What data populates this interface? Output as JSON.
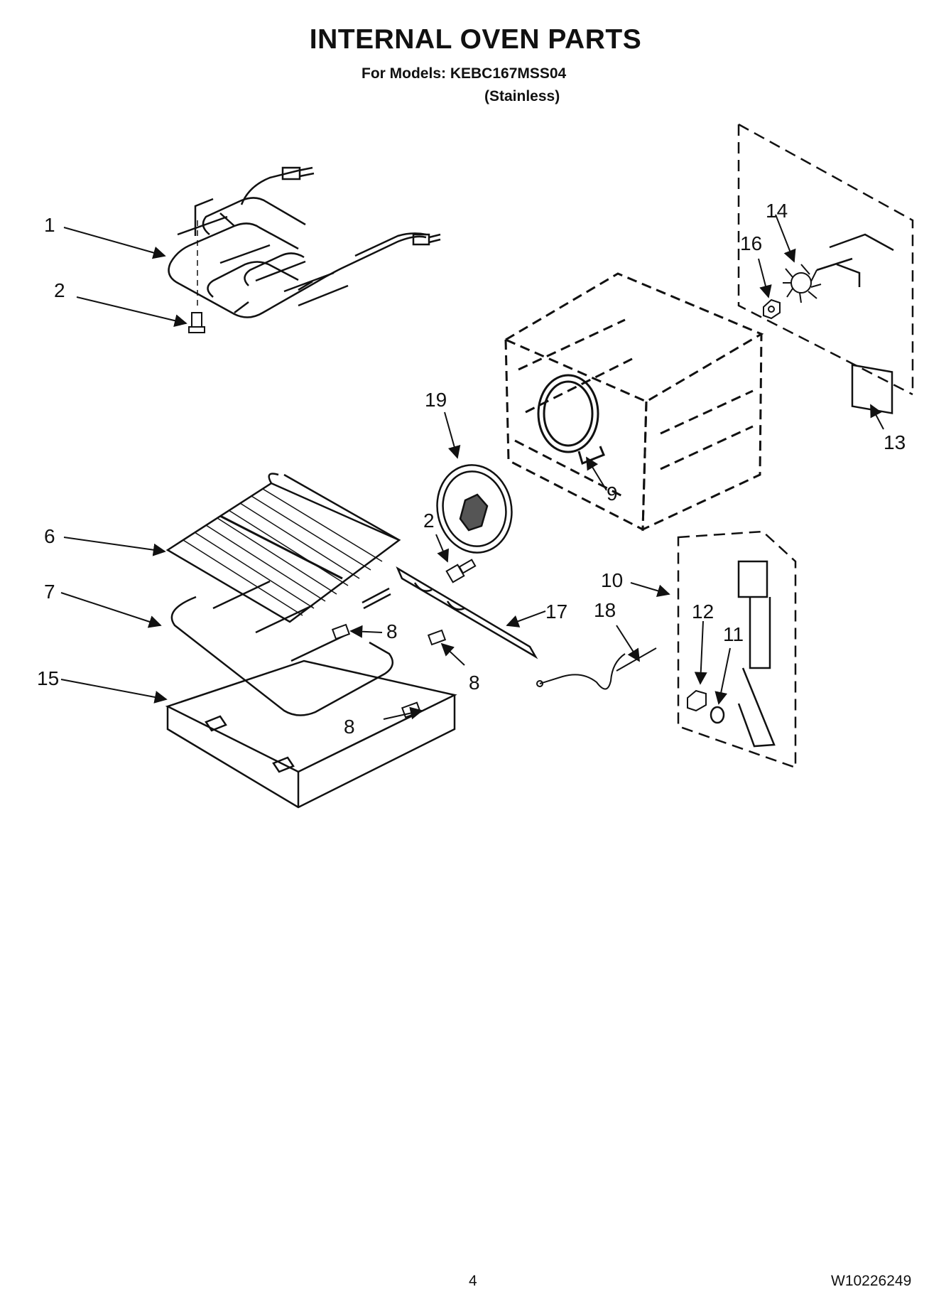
{
  "header": {
    "title": "INTERNAL OVEN PARTS",
    "models_line": "For Models: KEBC167MSS04",
    "finish_line": "(Stainless)"
  },
  "callouts": [
    "1",
    "2",
    "2",
    "6",
    "7",
    "8",
    "8",
    "8",
    "9",
    "10",
    "11",
    "12",
    "13",
    "14",
    "15",
    "16",
    "17",
    "18",
    "19"
  ],
  "footer": {
    "page_number": "4",
    "document_number": "W10226249"
  }
}
